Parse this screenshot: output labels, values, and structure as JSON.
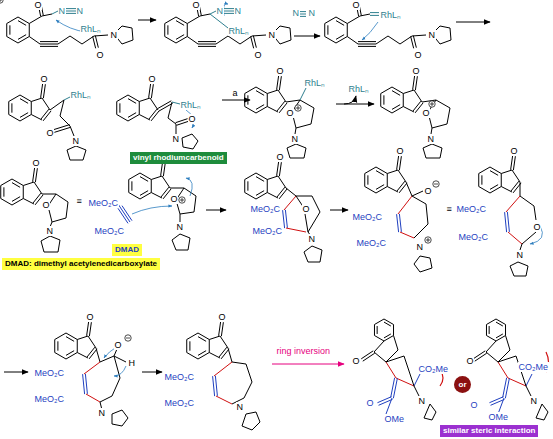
{
  "diagram": {
    "nodes": [
      {
        "text": [
          "vinyl rhodiumcarbenoid"
        ]
      },
      {
        "text": [
          "DMAD: dimethyl acetylenedicarboxylate"
        ]
      },
      {
        "text": [
          "DMAD"
        ]
      },
      {
        "text": [
          "or"
        ]
      },
      {
        "text": [
          "similar steric interaction"
        ]
      }
    ],
    "labels": [
      "O",
      "N",
      "N",
      "RhLₙ",
      "O",
      "N",
      "O",
      "N",
      "N",
      "RhLₙ",
      "O",
      "N",
      "N",
      "N",
      "O",
      "RhLₙ",
      "O",
      "N",
      "O",
      "RhLₙ",
      "O",
      "N",
      "O",
      "RhLₙ",
      "O",
      "N",
      "a",
      "O",
      "RhLₙ",
      "O",
      "N",
      "RhLₙ",
      "O",
      "O",
      "N",
      "O",
      "O",
      "N",
      "≡",
      "MeO₂C",
      "MeO₂C",
      "O",
      "O",
      "N",
      "O",
      "MeO₂C",
      "MeO₂C",
      "O",
      "N",
      "O",
      "O",
      "MeO₂C",
      "MeO₂C",
      "N",
      "≡",
      "O",
      "MeO₂C",
      "MeO₂C",
      "O",
      "N",
      "O",
      "O",
      "MeO₂C",
      "MeO₂C",
      "H",
      "N",
      "O",
      "MeO₂C",
      "MeO₂C",
      "N",
      "ring inversion",
      "O",
      "CO₂Me",
      "N",
      "OMe",
      "O",
      "O",
      "CO₂Me",
      "N",
      "O",
      "OMe"
    ]
  }
}
